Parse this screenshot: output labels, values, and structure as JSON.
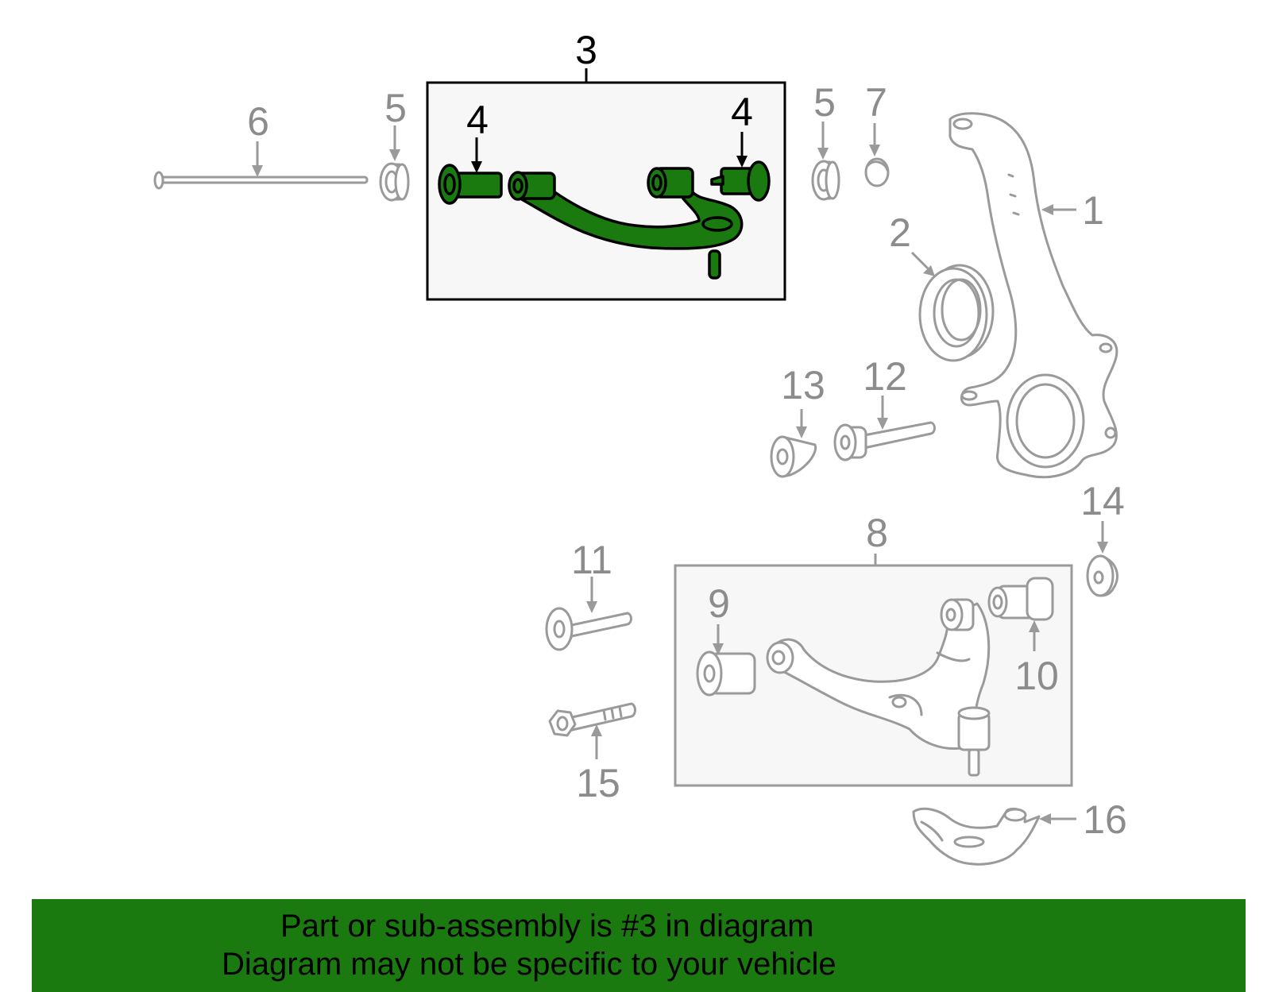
{
  "callouts": {
    "knuckle": "1",
    "hub_seal": "2",
    "upper_arm": "3",
    "upper_bushing_left": "4",
    "upper_bushing_right": "4",
    "washer_left": "5",
    "washer_right": "5",
    "bolt": "6",
    "clip": "7",
    "lower_arm": "8",
    "lower_bushing_front": "9",
    "lower_bushing_rear": "10",
    "lower_bolt": "11",
    "knuckle_bolt": "12",
    "dust_cover": "13",
    "cap": "14",
    "cam_bolt": "15",
    "bracket": "16"
  },
  "highlight_color": "#1a7a10",
  "banner": {
    "line1": "Part or sub-assembly is #3 in diagram",
    "line2": "Diagram may not be specific to your vehicle",
    "background": "#1a7a10"
  }
}
